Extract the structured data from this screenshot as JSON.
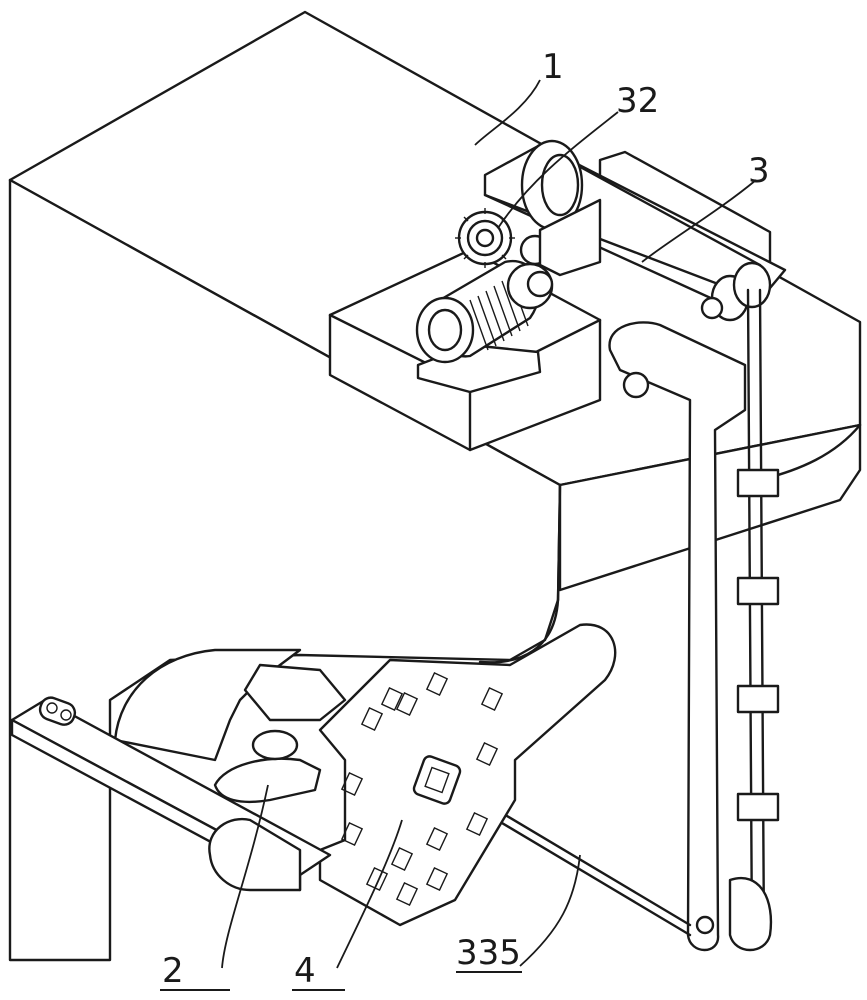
{
  "callouts": [
    {
      "id": "1",
      "text": "1"
    },
    {
      "id": "32",
      "text": "32"
    },
    {
      "id": "3",
      "text": "3"
    },
    {
      "id": "2",
      "text": "2"
    },
    {
      "id": "4",
      "text": "4"
    },
    {
      "id": "335",
      "text": "335"
    }
  ]
}
